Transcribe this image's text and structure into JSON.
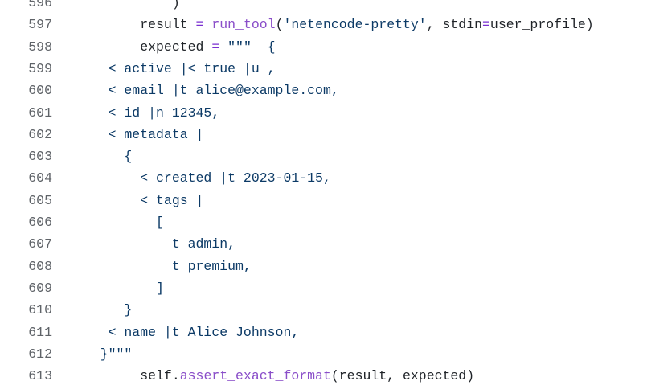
{
  "editor": {
    "colors": {
      "background": "#ffffff",
      "line_number": "#5f6368",
      "plain": "#1f2328",
      "string": "#0c3a66",
      "operator": "#7a2fd0",
      "function": "#8a4ec9"
    },
    "lines": [
      {
        "no": "596",
        "tokens": [
          {
            "t": "            )",
            "k": "plain"
          }
        ]
      },
      {
        "no": "597",
        "tokens": [
          {
            "t": "        result ",
            "k": "plain"
          },
          {
            "t": "=",
            "k": "op"
          },
          {
            "t": " ",
            "k": "plain"
          },
          {
            "t": "run_tool",
            "k": "func"
          },
          {
            "t": "(",
            "k": "punct"
          },
          {
            "t": "'netencode-pretty'",
            "k": "str"
          },
          {
            "t": ", stdin",
            "k": "plain"
          },
          {
            "t": "=",
            "k": "op"
          },
          {
            "t": "user_profile)",
            "k": "plain"
          }
        ]
      },
      {
        "no": "598",
        "tokens": [
          {
            "t": "        expected ",
            "k": "plain"
          },
          {
            "t": "=",
            "k": "op"
          },
          {
            "t": " ",
            "k": "plain"
          },
          {
            "t": "\"\"\"  {",
            "k": "str"
          }
        ]
      },
      {
        "no": "599",
        "tokens": [
          {
            "t": "    < active |< true |u ,",
            "k": "str"
          }
        ]
      },
      {
        "no": "600",
        "tokens": [
          {
            "t": "    < email |t alice@example.com,",
            "k": "str"
          }
        ]
      },
      {
        "no": "601",
        "tokens": [
          {
            "t": "    < id |n 12345,",
            "k": "str"
          }
        ]
      },
      {
        "no": "602",
        "tokens": [
          {
            "t": "    < metadata |",
            "k": "str"
          }
        ]
      },
      {
        "no": "603",
        "tokens": [
          {
            "t": "      {",
            "k": "str"
          }
        ]
      },
      {
        "no": "604",
        "tokens": [
          {
            "t": "        < created |t 2023-01-15,",
            "k": "str"
          }
        ]
      },
      {
        "no": "605",
        "tokens": [
          {
            "t": "        < tags |",
            "k": "str"
          }
        ]
      },
      {
        "no": "606",
        "tokens": [
          {
            "t": "          [",
            "k": "str"
          }
        ]
      },
      {
        "no": "607",
        "tokens": [
          {
            "t": "            t admin,",
            "k": "str"
          }
        ]
      },
      {
        "no": "608",
        "tokens": [
          {
            "t": "            t premium,",
            "k": "str"
          }
        ]
      },
      {
        "no": "609",
        "tokens": [
          {
            "t": "          ]",
            "k": "str"
          }
        ]
      },
      {
        "no": "610",
        "tokens": [
          {
            "t": "      }",
            "k": "str"
          }
        ]
      },
      {
        "no": "611",
        "tokens": [
          {
            "t": "    < name |t Alice Johnson,",
            "k": "str"
          }
        ]
      },
      {
        "no": "612",
        "tokens": [
          {
            "t": "   }\"\"\"",
            "k": "str"
          }
        ]
      },
      {
        "no": "613",
        "tokens": [
          {
            "t": "        self.",
            "k": "plain"
          },
          {
            "t": "assert_exact_format",
            "k": "func"
          },
          {
            "t": "(result, expected)",
            "k": "plain"
          }
        ]
      }
    ]
  }
}
